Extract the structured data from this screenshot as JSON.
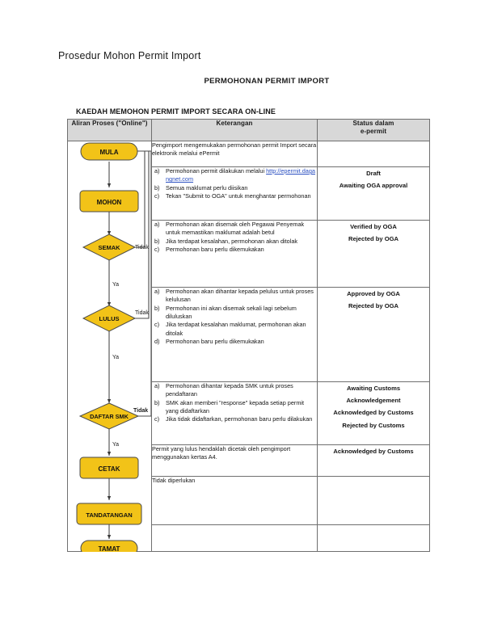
{
  "page_title": "Prosedur Mohon Permit Import",
  "doc_title": "PERMOHONAN PERMIT IMPORT",
  "section_title": "KAEDAH MEMOHON PERMIT IMPORT SECARA ON-LINE",
  "colors": {
    "shape_fill": "#F2C318",
    "shape_stroke": "#4a4a4a",
    "header_bg": "#D8D8D8",
    "border": "#6F6F6F",
    "link": "#2A4FC1"
  },
  "table": {
    "headers": [
      "Aliran Proses (\"Online\")",
      "Keterangan",
      "Status dalam\ne-permit"
    ],
    "header_col1": "Aliran Proses (\"Online\")",
    "header_col2": "Keterangan",
    "header_col3_line1": "Status dalam",
    "header_col3_line2": "e-permit",
    "rows": [
      {
        "id": "row-mula",
        "desc_plain": "Pengimport mengemukakan permohonan permit Import secara elektronik melalui ePermit",
        "desc_items": [],
        "status": []
      },
      {
        "id": "row-mohon",
        "desc_plain": "",
        "desc_items": [
          {
            "marker": "a)",
            "text": "Permohonan permit dilakukan melalui ",
            "link": "http://epermit.dagangnet.com"
          },
          {
            "marker": "b)",
            "text": "Semua maklumat perlu diisikan"
          },
          {
            "marker": "c)",
            "text": "Tekan \"Submit to OGA\" untuk menghantar permohonan"
          }
        ],
        "status": [
          "Draft",
          "Awaiting OGA approval"
        ]
      },
      {
        "id": "row-semak",
        "desc_plain": "",
        "desc_items": [
          {
            "marker": "a)",
            "text": "Permohonan akan disemak oleh Pegawai Penyemak untuk memastikan maklumat adalah betul"
          },
          {
            "marker": "b)",
            "text": "Jika terdapat kesalahan, permohonan akan ditolak"
          },
          {
            "marker": "c)",
            "text": "Permohonan baru perlu dikemukakan"
          }
        ],
        "status": [
          "Verified by OGA",
          "Rejected by OGA"
        ]
      },
      {
        "id": "row-lulus",
        "desc_plain": "",
        "desc_items": [
          {
            "marker": "a)",
            "text": "Permohonan akan dihantar kepada pelulus untuk proses kelulusan"
          },
          {
            "marker": "b)",
            "text": "Permohonan ini akan disemak sekali lagi sebelum diluluskan"
          },
          {
            "marker": "c)",
            "text": "Jika terdapat kesalahan maklumat, permohonan akan ditolak"
          },
          {
            "marker": "d)",
            "text": "Permohonan baru perlu dikemukakan"
          }
        ],
        "status": [
          "Approved by OGA",
          "Rejected by OGA"
        ]
      },
      {
        "id": "row-daftar-smk",
        "desc_plain": "",
        "desc_items": [
          {
            "marker": "a)",
            "text": "Permohonan dihantar kepada SMK untuk proses pendaftaran"
          },
          {
            "marker": "b)",
            "text": "SMK akan memberi \"response\" kepada setiap permit yang didaftarkan"
          },
          {
            "marker": "c)",
            "text": "Jika tidak didaftarkan, permohonan baru perlu dilakukan"
          }
        ],
        "status": [
          "Awaiting Customs",
          "Acknowledgement",
          "Acknowledged by Customs",
          "Rejected by Customs"
        ]
      },
      {
        "id": "row-cetak",
        "desc_plain": "Permit yang lulus hendaklah dicetak oleh pengimport menggunakan kertas A4.",
        "desc_items": [],
        "status": [
          "Acknowledged by Customs"
        ]
      },
      {
        "id": "row-tandatangan",
        "desc_plain": "Tidak diperlukan",
        "desc_items": [],
        "status": []
      },
      {
        "id": "row-tamat",
        "desc_plain": "",
        "desc_items": [],
        "status": []
      }
    ]
  },
  "flowchart": {
    "type": "flowchart",
    "nodes": [
      {
        "id": "mula",
        "label": "MULA",
        "shape": "terminator"
      },
      {
        "id": "mohon",
        "label": "MOHON",
        "shape": "process"
      },
      {
        "id": "semak",
        "label": "SEMAK",
        "shape": "decision"
      },
      {
        "id": "lulus",
        "label": "LULUS",
        "shape": "decision"
      },
      {
        "id": "daftar_smk",
        "label": "DAFTAR SMK",
        "shape": "decision"
      },
      {
        "id": "cetak",
        "label": "CETAK",
        "shape": "process"
      },
      {
        "id": "tandatangan",
        "label": "TANDATANGAN",
        "shape": "process"
      },
      {
        "id": "tamat",
        "label": "TAMAT",
        "shape": "terminator"
      }
    ],
    "edge_labels": {
      "ya": "Ya",
      "tidak": "Tidak"
    },
    "edges": [
      {
        "from": "mula",
        "to": "mohon",
        "label": ""
      },
      {
        "from": "mohon",
        "to": "semak",
        "label": ""
      },
      {
        "from": "semak",
        "to": "lulus",
        "label": "Ya"
      },
      {
        "from": "semak",
        "to": "mula",
        "label": "Tidak"
      },
      {
        "from": "lulus",
        "to": "daftar_smk",
        "label": "Ya"
      },
      {
        "from": "lulus",
        "to": "mula",
        "label": "Tidak"
      },
      {
        "from": "daftar_smk",
        "to": "cetak",
        "label": "Ya"
      },
      {
        "from": "daftar_smk",
        "to": "mula",
        "label": "Tidak"
      },
      {
        "from": "cetak",
        "to": "tandatangan",
        "label": ""
      },
      {
        "from": "tandatangan",
        "to": "tamat",
        "label": ""
      }
    ]
  }
}
